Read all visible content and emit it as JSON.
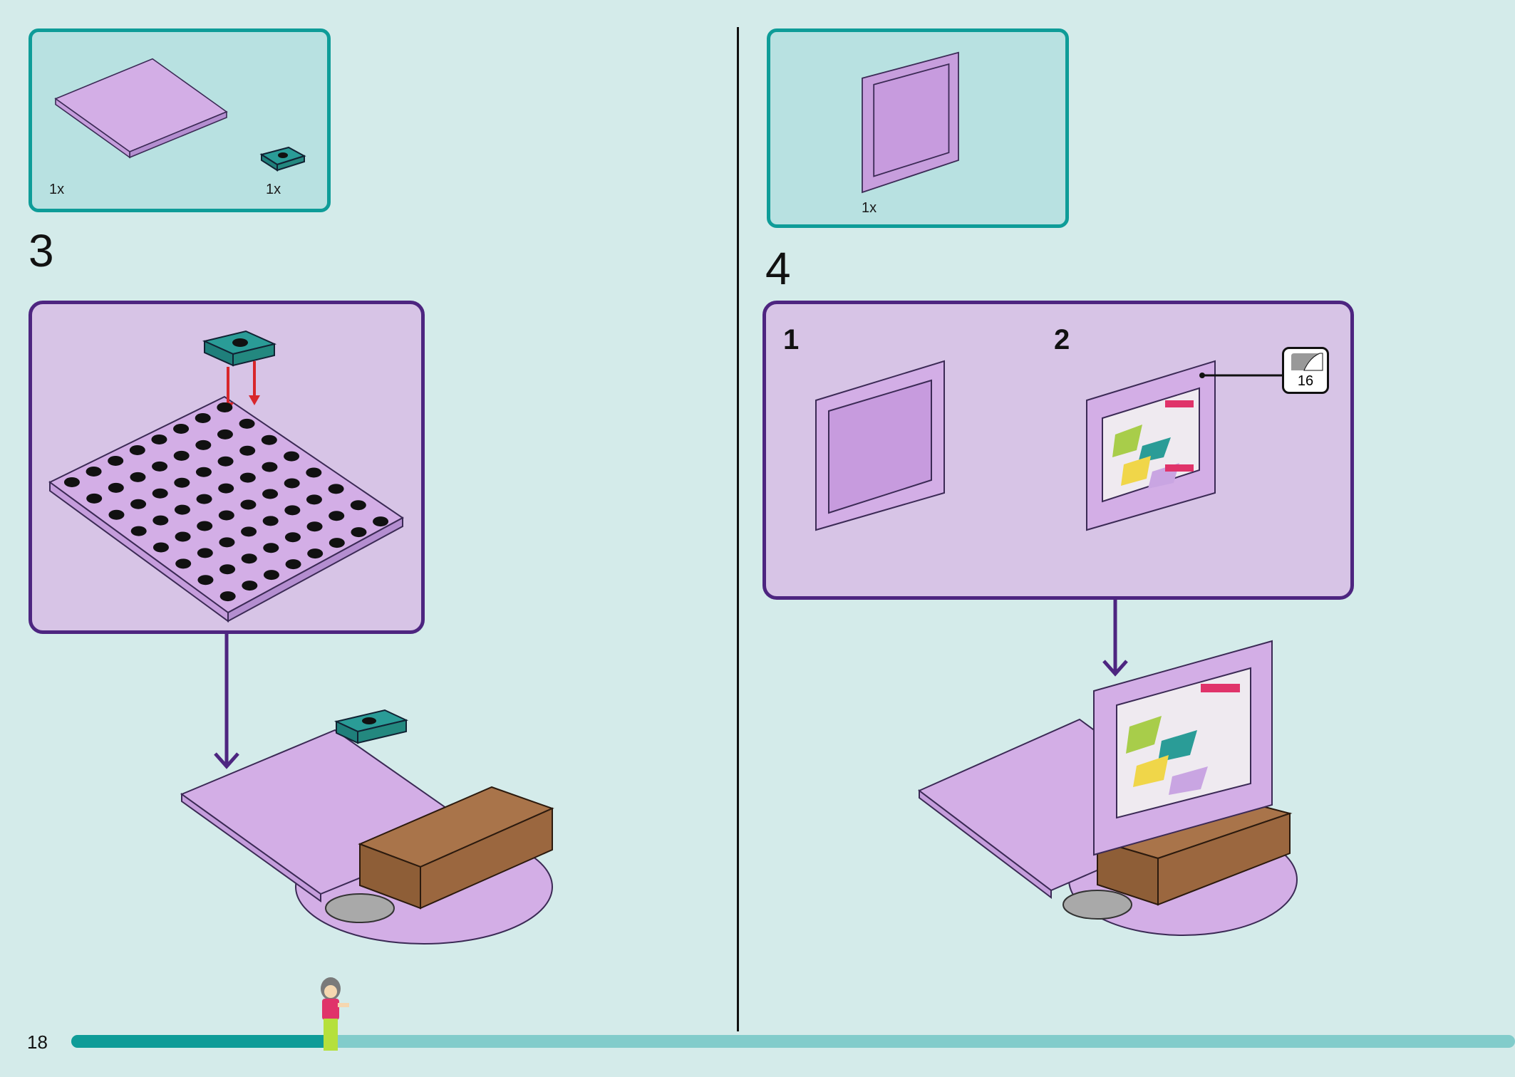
{
  "page": {
    "number": "18"
  },
  "step3": {
    "number": "3",
    "parts": [
      {
        "qty": "1x",
        "name": "plate-8x8"
      },
      {
        "qty": "1x",
        "name": "plate-1x2-jumper"
      }
    ]
  },
  "step4": {
    "number": "4",
    "parts": [
      {
        "qty": "1x",
        "name": "panel-1x6x5"
      }
    ],
    "substeps": [
      {
        "number": "1"
      },
      {
        "number": "2"
      }
    ],
    "sticker": {
      "number": "16"
    }
  },
  "colors": {
    "lavender": "#d3aee6",
    "teal": "#2a9c97",
    "brown": "#a9744a",
    "purple": "#4d2580",
    "arrow_red": "#d8262b"
  },
  "progress": {
    "fraction": 0.18
  }
}
